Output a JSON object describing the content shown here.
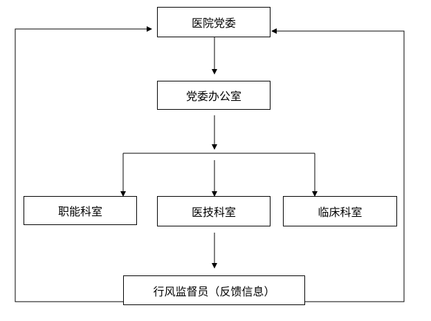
{
  "nodes": {
    "party_committee": "医院党委",
    "party_office": "党委办公室",
    "functional_depts": "职能科室",
    "medtech_depts": "医技科室",
    "clinical_depts": "临床科室",
    "supervisor": "行风监督员（反馈信息）"
  },
  "colors": {
    "line": "#000000",
    "box_border": "#000000",
    "background": "#ffffff"
  }
}
